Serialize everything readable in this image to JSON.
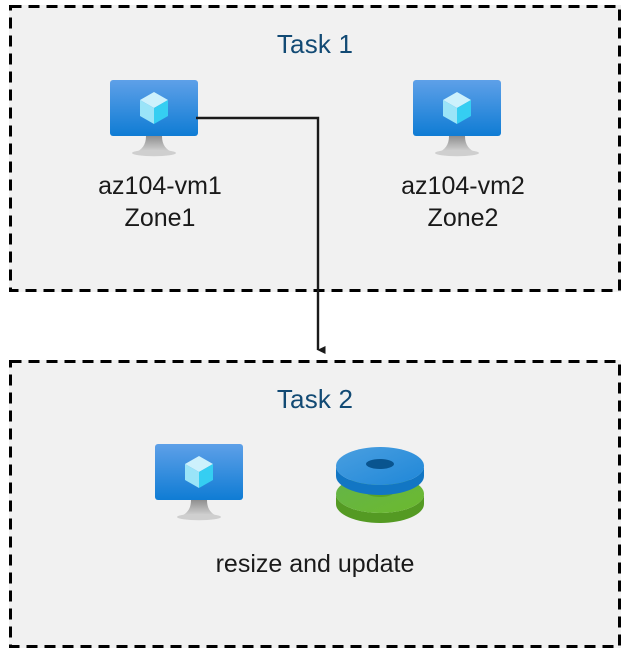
{
  "diagram": {
    "title": "",
    "background_color": "#ffffff",
    "group_fill": "#f1f1f1",
    "group_border_color": "#000000",
    "title_color": "#124a74",
    "label_color": "#1a1a1a",
    "connector_color": "#1a1a1a"
  },
  "groups": [
    {
      "id": "task1",
      "title": "Task 1",
      "nodes": [
        {
          "id": "vm1",
          "icon": "virtual-machine-icon",
          "caption": "az104-vm1\nZone1",
          "name_line": "az104-vm1",
          "zone_line": "Zone1"
        },
        {
          "id": "vm2",
          "icon": "virtual-machine-icon",
          "caption": "az104-vm2\nZone2",
          "name_line": "az104-vm2",
          "zone_line": "Zone2"
        }
      ]
    },
    {
      "id": "task2",
      "title": "Task 2",
      "caption": "resize and update",
      "nodes": [
        {
          "id": "vm-resize",
          "icon": "virtual-machine-icon"
        },
        {
          "id": "disks",
          "icon": "managed-disks-icon",
          "disk_top_color": "#2e8fd9",
          "disk_bottom_color": "#6cb92e"
        }
      ]
    }
  ],
  "connectors": [
    {
      "id": "vm1-to-task2",
      "from": "vm1",
      "to": "task2",
      "style": "elbow",
      "arrowhead": "solid-triangle",
      "label": ""
    }
  ],
  "icon_colors": {
    "vm_screen_top": "#5ea0e8",
    "vm_screen_bottom": "#0f7cd4",
    "vm_cube_light": "#c9f0fb",
    "vm_cube_mid": "#8ae0f7",
    "vm_cube_dark": "#34cdf2",
    "vm_stand": "#9e9e9e",
    "disk_blue_top": "#2e8fd9",
    "disk_blue_side": "#1276c4",
    "disk_blue_hole": "#09548f",
    "disk_green_top": "#6cb92e",
    "disk_green_side": "#549a23",
    "disk_green_hole": "#5aa325"
  }
}
